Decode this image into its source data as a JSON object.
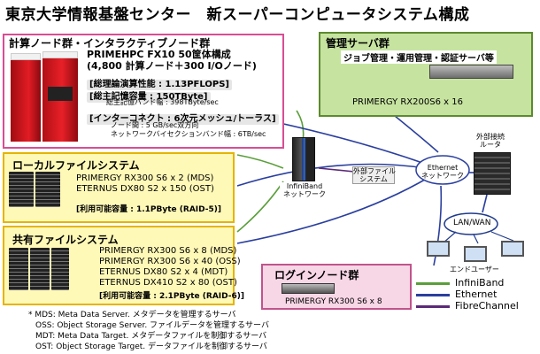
{
  "title": "東京大学情報基盤センター　新スーパーコンピュータシステム構成",
  "compute": {
    "heading": "計算ノード群・インタラクティブノード群",
    "model": "PRIMEHPC FX10 50筐体構成",
    "nodes": "(4,800 計算ノード＋300  I/Oノード)",
    "peak_tag": "[総理論演算性能 : 1.13PFLOPS]",
    "memory_tag": "[総主記憶容量 : 150TByte]",
    "memory_bw": "総主記憶バンド幅 : 398TByte/sec",
    "interconnect_tag": "[インターコネクト : 6次元メッシュ/トーラス]",
    "node_bw": "ノード間 : 5 GB/sec双方向",
    "bisection_bw": "ネットワークバイセクションバンド幅 : 6TB/sec",
    "colors": {
      "border": "#d94d94",
      "fill": "#ffffff",
      "rack_red": "#d8141c"
    }
  },
  "management": {
    "heading": "管理サーバ群",
    "description": "ジョブ管理・運用管理・認証サーバ等",
    "server": "PRIMERGY RX200S6 x 16",
    "colors": {
      "border": "#5c8a2e",
      "fill": "#c6e3a0"
    }
  },
  "local_fs": {
    "heading": "ローカルファイルシステム",
    "lines": [
      "PRIMERGY RX300 S6 x 2 (MDS)",
      "ETERNUS DX80 S2 x 150 (OST)"
    ],
    "capacity": "[利用可能容量 : 1.1PByte (RAID-5)]",
    "colors": {
      "border": "#e5b400",
      "fill": "#fff9b8"
    }
  },
  "shared_fs": {
    "heading": "共有ファイルシステム",
    "lines": [
      "PRIMERGY RX300 S6 x 8 (MDS)",
      "PRIMERGY RX300 S6 x 40 (OSS)",
      "ETERNUS DX80 S2 x 4 (MDT)",
      "ETERNUS DX410 S2 x 80 (OST)"
    ],
    "capacity": "[利用可能容量 : 2.1PByte (RAID-6)]",
    "colors": {
      "border": "#e5b400",
      "fill": "#fff9b8"
    }
  },
  "login": {
    "heading": "ログインノード群",
    "server": "PRIMERGY RX300 S6 x 8",
    "colors": {
      "border": "#c0548c",
      "fill": "#f7d6e6"
    }
  },
  "network": {
    "infiniband_label": "InfiniBand\nネットワーク",
    "external_fs": "外部ファイル\nシステム",
    "ethernet_label": "Ethernet\nネットワーク",
    "router_label": "外部接続\nルータ",
    "lan_wan": "LAN/WAN",
    "end_users": "エンドユーザー"
  },
  "legend": [
    {
      "label": "InfiniBand",
      "color": "#5a9e3a"
    },
    {
      "label": "Ethernet",
      "color": "#2a3f9e"
    },
    {
      "label": "FibreChannel",
      "color": "#5b2a78"
    }
  ],
  "footnotes": [
    "* MDS: Meta Data Server. メタデータを管理するサーバ",
    "OSS: Object Storage Server. ファイルデータを管理するサーバ",
    "MDT: Meta Data Target. メタデータファイルを制御するサーバ",
    "OST: Object Storage Target. データファイルを制御するサーバ"
  ]
}
